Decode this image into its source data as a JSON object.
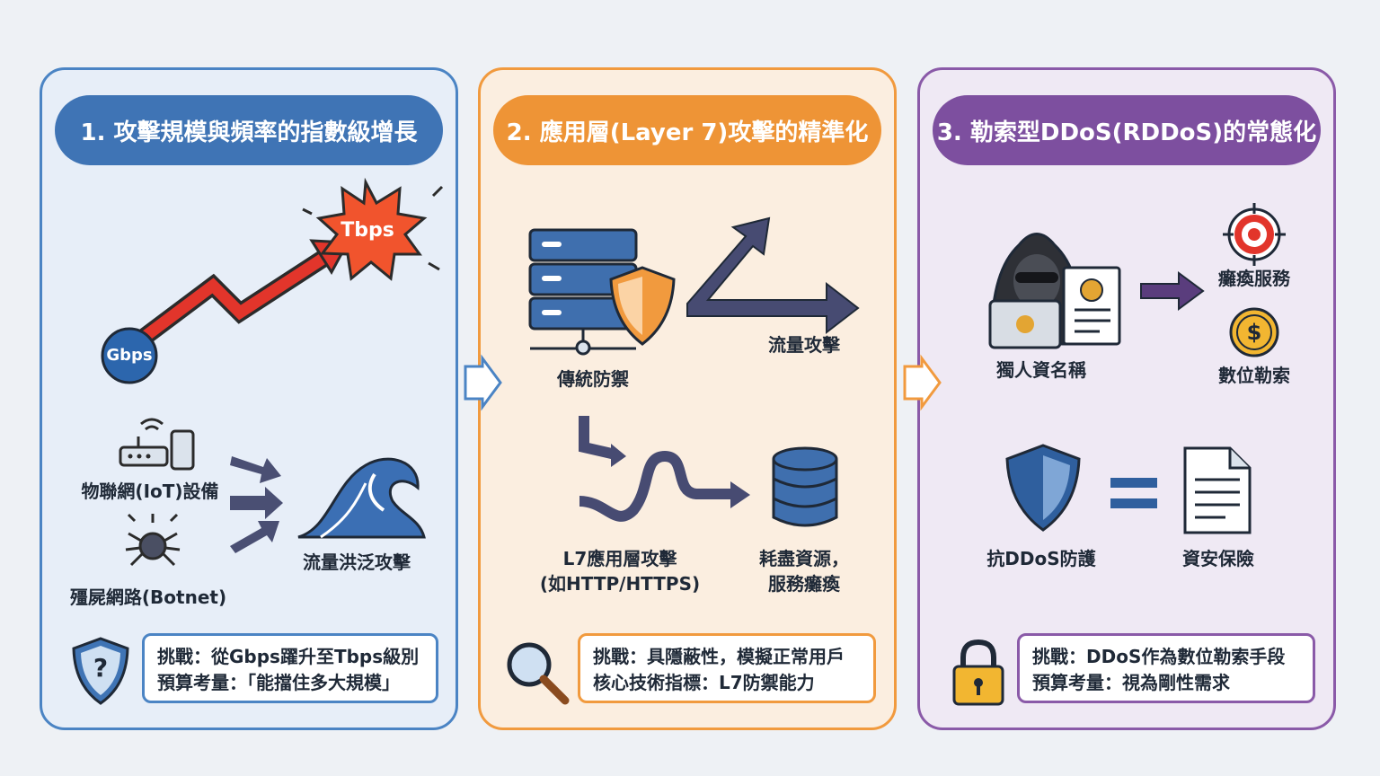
{
  "panel1": {
    "title": "1. 攻擊規模與頻率的指數級增長",
    "gbps": "Gbps",
    "tbps": "Tbps",
    "iot": "物聯網(IoT)設備",
    "botnet": "殭屍網路(Botnet)",
    "flood": "流量洪泛攻擊",
    "challenge": "挑戰：從Gbps躍升至Tbps級別",
    "budget": "預算考量：「能擋住多大規模」"
  },
  "panel2": {
    "title": "2. 應用層(Layer 7)攻擊的精準化",
    "traditional": "傳統防禦",
    "traffic": "流量攻擊",
    "l7_line1": "L7應用層攻擊",
    "l7_line2": "(如HTTP/HTTPS)",
    "exhaust_line1": "耗盡資源，",
    "exhaust_line2": "服務癱瘓",
    "challenge": "挑戰：具隱蔽性，模擬正常用戶",
    "metric": "核心技術指標：L7防禦能力"
  },
  "panel3": {
    "title": "3. 勒索型DDoS(RDDoS)的常態化",
    "ransom": "獨人資名稱",
    "paralysis": "癱瘓服務",
    "digital": "數位勒索",
    "protect": "抗DDoS防護",
    "insurance": "資安保險",
    "challenge": "挑戰：DDoS作為數位勒索手段",
    "budget": "預算考量：視為剛性需求"
  },
  "colors": {
    "blue": "#3f74b5",
    "orange": "#ee9436",
    "purple": "#7d4f9f",
    "navy": "#2e3a59"
  }
}
